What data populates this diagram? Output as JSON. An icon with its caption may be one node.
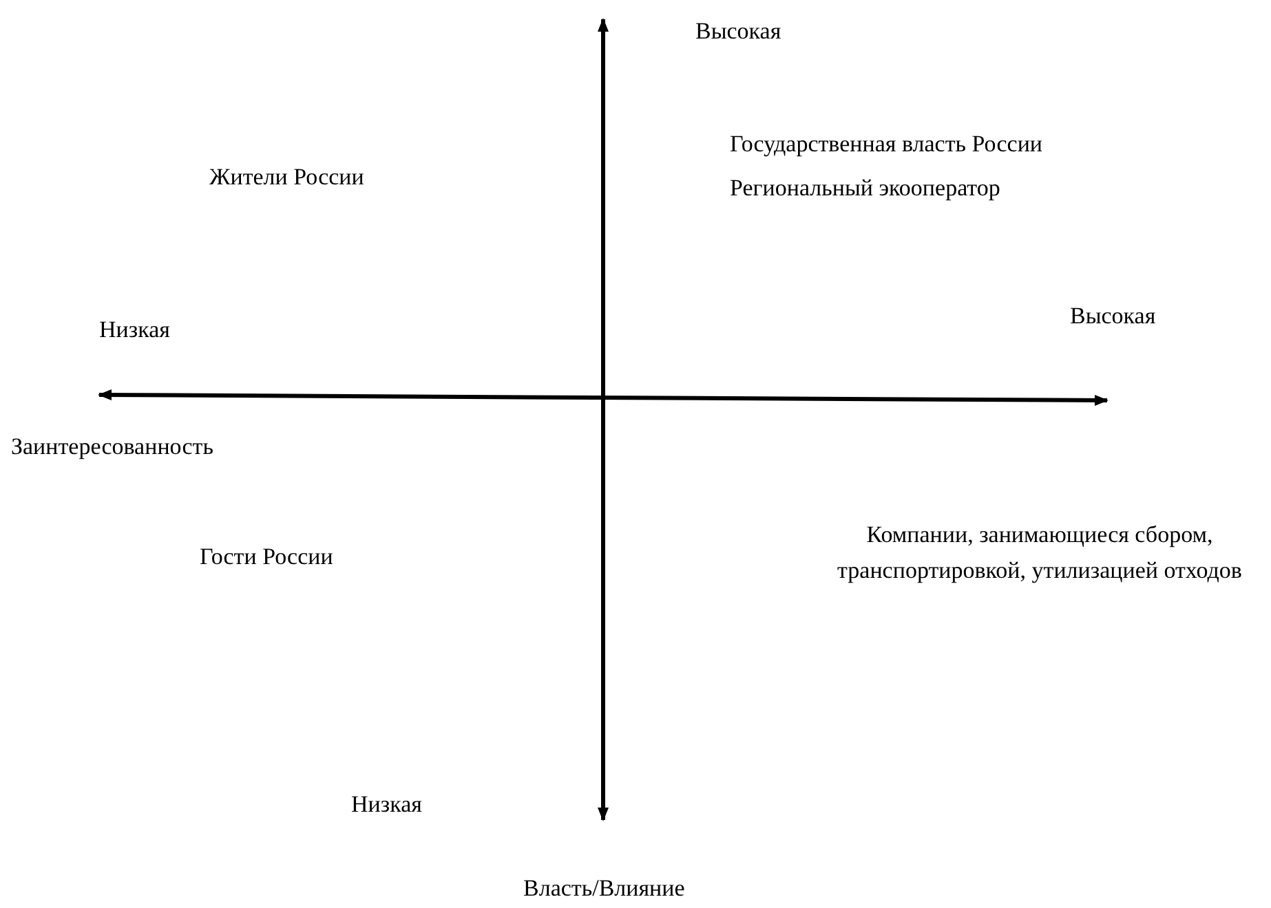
{
  "diagram": {
    "labels": [
      "Высокая",
      "Государственная власть России",
      "Жители России",
      "Региональный экооператор",
      "Высокая",
      "Низкая",
      "Заинтересованность",
      "Компании, занимающиеся сбором, транспортировкой, утилизацией отходов",
      "Гости России",
      "Низкая",
      "Власть/Влияние"
    ]
  }
}
